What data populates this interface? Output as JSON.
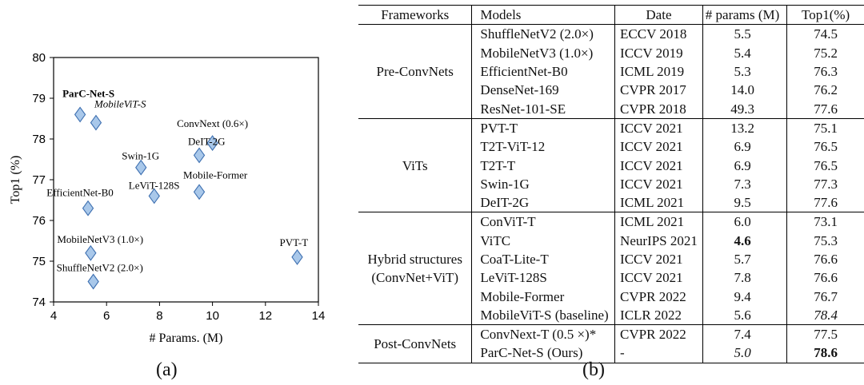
{
  "captions": {
    "a": "(a)",
    "b": "(b)"
  },
  "chart_data": {
    "type": "scatter",
    "xlabel": "# Params. (M)",
    "ylabel": "Top1 (%)",
    "xlim": [
      4,
      14
    ],
    "ylim": [
      74,
      80
    ],
    "xticks": [
      4,
      6,
      8,
      10,
      12,
      14
    ],
    "yticks": [
      74,
      75,
      76,
      77,
      78,
      79,
      80
    ],
    "grid": false,
    "marker": "diamond",
    "marker_color": "#a9c8ea",
    "marker_edge": "#3d6fb0",
    "points": [
      {
        "label": "ParC-Net-S",
        "x": 5.0,
        "y": 78.6,
        "style": "bold"
      },
      {
        "label": "MobileViT-S",
        "x": 5.6,
        "y": 78.4,
        "style": "italic"
      },
      {
        "label": "ConvNext (0.6×)",
        "x": 10.0,
        "y": 77.9,
        "style": "normal"
      },
      {
        "label": "DeIT-2G",
        "x": 9.5,
        "y": 77.6,
        "style": "normal"
      },
      {
        "label": "Swin-1G",
        "x": 7.3,
        "y": 77.3,
        "style": "normal"
      },
      {
        "label": "Mobile-Former",
        "x": 9.5,
        "y": 76.7,
        "style": "normal"
      },
      {
        "label": "LeViT-128S",
        "x": 7.8,
        "y": 76.6,
        "style": "normal"
      },
      {
        "label": "EfficientNet-B0",
        "x": 5.3,
        "y": 76.3,
        "style": "normal"
      },
      {
        "label": "MobileNetV3 (1.0×)",
        "x": 5.4,
        "y": 75.2,
        "style": "normal"
      },
      {
        "label": "ShuffleNetV2 (2.0×)",
        "x": 5.5,
        "y": 74.5,
        "style": "normal"
      },
      {
        "label": "PVT-T",
        "x": 13.2,
        "y": 75.1,
        "style": "normal"
      }
    ]
  },
  "table": {
    "headers": [
      "Frameworks",
      "Models",
      "Date",
      "# params (M)",
      "Top1(%)"
    ],
    "groups": [
      {
        "framework": "Pre-ConvNets",
        "rows": [
          {
            "model": "ShuffleNetV2 (2.0×)",
            "date": "ECCV 2018",
            "params": "5.5",
            "top1": "74.5"
          },
          {
            "model": "MobileNetV3 (1.0×)",
            "date": "ICCV 2019",
            "params": "5.4",
            "top1": "75.2"
          },
          {
            "model": "EfficientNet-B0",
            "date": "ICML 2019",
            "params": "5.3",
            "top1": "76.3"
          },
          {
            "model": "DenseNet-169",
            "date": "CVPR 2017",
            "params": "14.0",
            "top1": "76.2"
          },
          {
            "model": "ResNet-101-SE",
            "date": "CVPR 2018",
            "params": "49.3",
            "top1": "77.6"
          }
        ]
      },
      {
        "framework": "ViTs",
        "rows": [
          {
            "model": "PVT-T",
            "date": "ICCV 2021",
            "params": "13.2",
            "top1": "75.1"
          },
          {
            "model": "T2T-ViT-12",
            "date": "ICCV 2021",
            "params": "6.9",
            "top1": "76.5"
          },
          {
            "model": "T2T-T",
            "date": "ICCV 2021",
            "params": "6.9",
            "top1": "76.5"
          },
          {
            "model": "Swin-1G",
            "date": "ICCV 2021",
            "params": "7.3",
            "top1": "77.3"
          },
          {
            "model": "DeIT-2G",
            "date": "ICML 2021",
            "params": "9.5",
            "top1": "77.6"
          }
        ]
      },
      {
        "framework": "Hybrid structures\n(ConvNet+ViT)",
        "rows": [
          {
            "model": "ConViT-T",
            "date": "ICML 2021",
            "params": "6.0",
            "top1": "73.1"
          },
          {
            "model": "ViTC",
            "date": "NeurIPS 2021",
            "params": "4.6",
            "top1": "75.3",
            "params_style": "bold"
          },
          {
            "model": "CoaT-Lite-T",
            "date": "ICCV 2021",
            "params": "5.7",
            "top1": "76.6"
          },
          {
            "model": "LeViT-128S",
            "date": "ICCV 2021",
            "params": "7.8",
            "top1": "76.6"
          },
          {
            "model": "Mobile-Former",
            "date": "CVPR 2022",
            "params": "9.4",
            "top1": "76.7"
          },
          {
            "model": "MobileViT-S (baseline)",
            "date": "ICLR 2022",
            "params": "5.6",
            "top1": "78.4",
            "top1_style": "italic"
          }
        ]
      },
      {
        "framework": "Post-ConvNets",
        "rows": [
          {
            "model": "ConvNext-T (0.5 ×)*",
            "date": "CVPR 2022",
            "params": "7.4",
            "top1": "77.5"
          },
          {
            "model": "ParC-Net-S  (Ours)",
            "date": "-",
            "params": "5.0",
            "top1": "78.6",
            "params_style": "italic",
            "top1_style": "bold"
          }
        ]
      }
    ]
  }
}
